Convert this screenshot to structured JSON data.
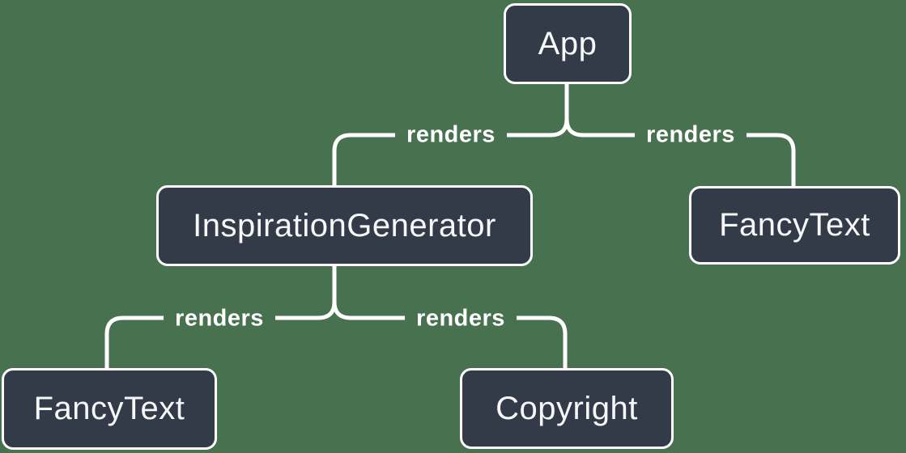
{
  "diagram": {
    "type": "component-render-tree",
    "colors": {
      "background": "#47714F",
      "node_fill": "#333A48",
      "node_border": "#FFFFFF",
      "node_text": "#F6F7F9",
      "edge_line": "#FFFFFF",
      "edge_label_text": "#FFFFFF"
    },
    "nodes": [
      {
        "id": "app",
        "label": "App"
      },
      {
        "id": "inspiration-generator",
        "label": "InspirationGenerator"
      },
      {
        "id": "fancy-text-top",
        "label": "FancyText"
      },
      {
        "id": "fancy-text-bottom",
        "label": "FancyText"
      },
      {
        "id": "copyright",
        "label": "Copyright"
      }
    ],
    "edges": [
      {
        "from": "App",
        "to": "InspirationGenerator",
        "label": "renders"
      },
      {
        "from": "App",
        "to": "FancyText",
        "label": "renders"
      },
      {
        "from": "InspirationGenerator",
        "to": "FancyText",
        "label": "renders"
      },
      {
        "from": "InspirationGenerator",
        "to": "Copyright",
        "label": "renders"
      }
    ]
  }
}
